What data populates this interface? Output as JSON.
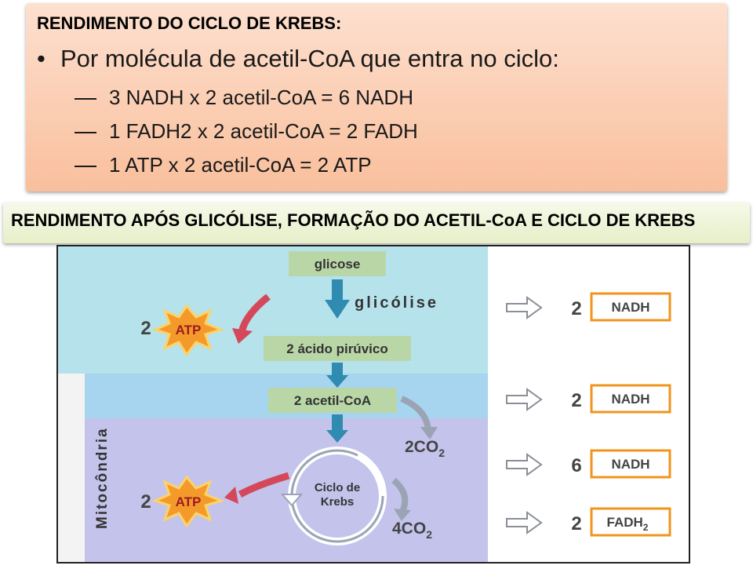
{
  "summary": {
    "title": "RENDIMENTO DO CICLO DE KREBS:",
    "bullet": "Por molécula de acetil-CoA que entra no ciclo:",
    "lines": [
      "3 NADH x 2 acetil-CoA = 6 NADH",
      "1 FADH2 x 2 acetil-CoA = 2 FADH",
      "1 ATP x 2 acetil-CoA = 2 ATP"
    ]
  },
  "banner": {
    "title": "RENDIMENTO APÓS GLICÓLISE, FORMAÇÃO DO ACETIL-CoA E CICLO DE KREBS"
  },
  "diagram": {
    "compartment_label": "Mitocôndria",
    "steps": {
      "glucose": "glicose",
      "glycolysis": "glicólise",
      "pyruvic": "2 ácido pirúvico",
      "acetyl": "2 acetil-CoA",
      "krebs_line1": "Ciclo de",
      "krebs_line2": "Krebs"
    },
    "co2": {
      "first_coef": "2CO",
      "first_sub": "2",
      "second_coef": "4CO",
      "second_sub": "2"
    },
    "atp": [
      {
        "count": "2",
        "label": "ATP"
      },
      {
        "count": "2",
        "label": "ATP"
      }
    ],
    "yields": [
      {
        "count": "2",
        "label": "NADH"
      },
      {
        "count": "2",
        "label": "NADH"
      },
      {
        "count": "6",
        "label": "NADH"
      },
      {
        "count": "2",
        "label": "FADH",
        "sub": "2"
      }
    ],
    "colors": {
      "cytoplasm": "#b6e2ec",
      "matrix_light": "#a7d4ee",
      "matrix": "#c4c3ec",
      "step_box": "#b9d7a6",
      "arrow_blue": "#2f8bb0",
      "yield_border": "#f0941e",
      "atp_star": "#f49a2a",
      "red_arrow": "#d4485a"
    }
  }
}
